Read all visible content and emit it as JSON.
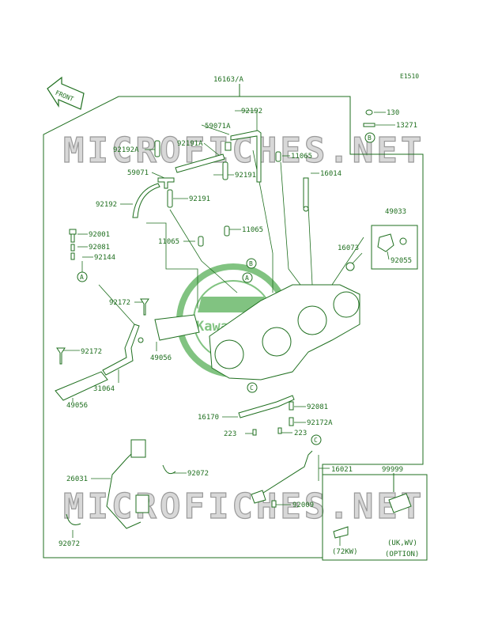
{
  "page_code": "E1510",
  "front_label": "FRONT",
  "watermark_text": "MICROFICHES.NET",
  "logo_text": "Kawasaki",
  "colors": {
    "line": "#1f6f1f",
    "watermark": "#9a9a9a",
    "logo": "#58b058"
  },
  "part_numbers": {
    "p16163A": "16163/A",
    "p92192_top": "92192",
    "p59071A": "59071A",
    "p92191A": "92191A",
    "p92192A": "92192A",
    "p59071": "59071",
    "p92191_a": "92191",
    "p92192_left": "92192",
    "p92191_b": "92191",
    "p11065_a": "11065",
    "p16014": "16014",
    "p11065_b": "11065",
    "p11065_c": "11065",
    "p130": "130",
    "p13271": "13271",
    "p49033": "49033",
    "p16073": "16073",
    "p92055": "92055",
    "p92001": "92001",
    "p92081_a": "92081",
    "p92144": "92144",
    "p92172_a": "92172",
    "p92172_b": "92172",
    "p49056_a": "49056",
    "p31064": "31064",
    "p49056_b": "49056",
    "p92081_b": "92081",
    "p92172A": "92172A",
    "p16170": "16170",
    "p223_a": "223",
    "p223_b": "223",
    "p16021": "16021",
    "p26031": "26031",
    "p92072_a": "92072",
    "p92072_b": "92072",
    "p92009": "92009",
    "p99999": "99999",
    "opt_72kw": "(72KW)",
    "opt_ukwv": "(UK,WV)",
    "opt_option": "(OPTION)"
  },
  "callouts": {
    "A": "A",
    "B": "B",
    "C": "C"
  }
}
